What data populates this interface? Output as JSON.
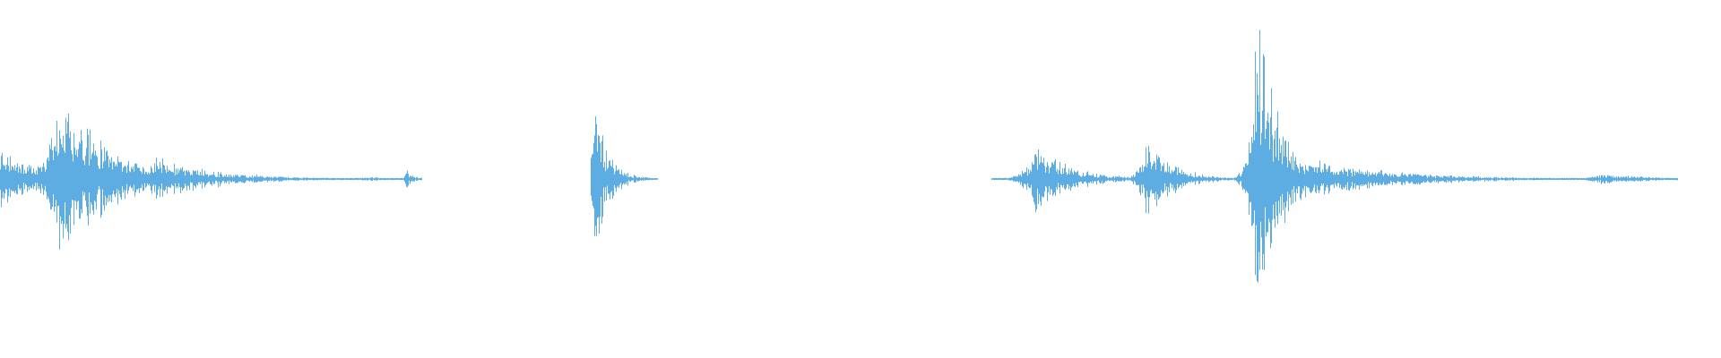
{
  "waveform": {
    "color": "#5dade2",
    "background": "#ffffff",
    "duration_fraction_drawn": 1.0,
    "bursts": [
      {
        "center": 0.0,
        "peak": 0.18,
        "decay": 0.02,
        "noise": 0.1,
        "spread": 0.04
      },
      {
        "center": 0.035,
        "peak": 0.45,
        "decay": 0.03,
        "noise": 0.14,
        "spread": 0.03
      },
      {
        "center": 0.09,
        "peak": 0.12,
        "decay": 0.035,
        "noise": 0.05,
        "spread": 0.03
      },
      {
        "center": 0.236,
        "peak": 0.06,
        "decay": 0.004,
        "noise": 0.0,
        "spread": 0.004
      },
      {
        "center": 0.345,
        "peak": 0.42,
        "decay": 0.008,
        "noise": 0.0,
        "spread": 0.01
      },
      {
        "center": 0.601,
        "peak": 0.2,
        "decay": 0.02,
        "noise": 0.03,
        "spread": 0.02
      },
      {
        "center": 0.666,
        "peak": 0.24,
        "decay": 0.015,
        "noise": 0.03,
        "spread": 0.02
      },
      {
        "center": 0.73,
        "peak": 1.0,
        "decay": 0.012,
        "noise": 0.0,
        "spread": 0.02
      },
      {
        "center": 0.755,
        "peak": 0.12,
        "decay": 0.05,
        "noise": 0.02,
        "spread": 0.03
      },
      {
        "center": 0.93,
        "peak": 0.03,
        "decay": 0.03,
        "noise": 0.01,
        "spread": 0.02
      }
    ],
    "silent_ranges": [
      [
        0.245,
        0.343
      ],
      [
        0.385,
        0.576
      ],
      [
        0.975,
        0.998
      ]
    ]
  }
}
